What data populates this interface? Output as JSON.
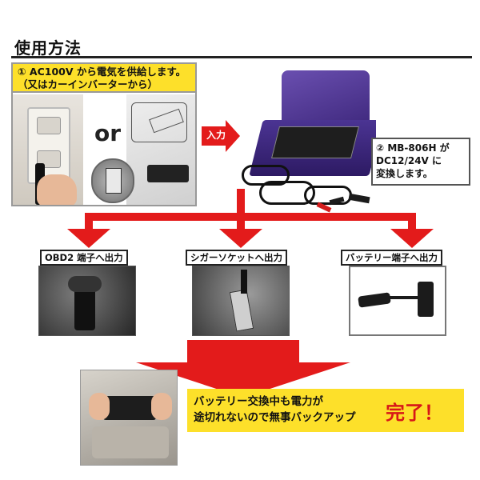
{
  "heading": "使用方法",
  "step1": {
    "line1": "① AC100V から電気を供給します。",
    "line2": "（又はカーインバーターから）"
  },
  "or_label": "or",
  "input_label": "入力",
  "step2": {
    "line1": "② MB-806H が",
    "line2": "DC12/24V に",
    "line3": "変換します。"
  },
  "outputs": [
    {
      "label": "OBD2 端子へ出力"
    },
    {
      "label": "シガーソケットへ出力"
    },
    {
      "label": "バッテリー端子へ出力"
    }
  ],
  "result": {
    "line1": "バッテリー交換中も電力が",
    "line2": "途切れないので無事バックアップ",
    "complete": "完了！"
  },
  "colors": {
    "accent_red": "#e31b1b",
    "highlight_yellow": "#fde02a",
    "case_purple": "#3b2579"
  }
}
